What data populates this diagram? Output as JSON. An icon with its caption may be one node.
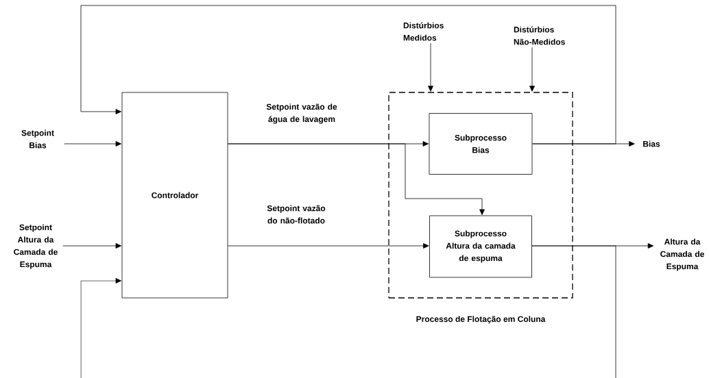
{
  "diagram": {
    "nodes": [
      {
        "text": [
          "Controlador"
        ]
      },
      {
        "text": [
          "Processo de Flotação em Coluna"
        ]
      },
      {
        "text": [
          "Subprocesso Bias"
        ],
        "in": 1
      },
      {
        "text": [
          "Subprocesso Altura da camada de espuma"
        ],
        "in": 1
      },
      {
        "text": [
          "Setpoint Bias"
        ]
      },
      {
        "text": [
          "Setpoint Altura da Camada de Espuma"
        ]
      },
      {
        "text": [
          "Distúrbios Medidos"
        ]
      },
      {
        "text": [
          "Distúrbios Não-Medidos"
        ]
      },
      {
        "text": [
          "Bias"
        ]
      },
      {
        "text": [
          "Altura da Camada de Espuma"
        ]
      }
    ],
    "edges": [
      {
        "from": 4,
        "to": 0,
        "arrow": "to"
      },
      {
        "from": 5,
        "to": 0,
        "arrow": "to"
      },
      {
        "from": 0,
        "to": 2,
        "arrow": "to",
        "label": "Setpoint vazão de água de lavagem"
      },
      {
        "from": 0,
        "to": 3,
        "arrow": "to",
        "label": "Setpoint vazão do não-flotado"
      },
      {
        "from": 0,
        "to": 3,
        "arrow": "to"
      },
      {
        "from": 6,
        "to": 1,
        "arrow": "to"
      },
      {
        "from": 7,
        "to": 1,
        "arrow": "to"
      },
      {
        "from": 2,
        "to": 8,
        "arrow": "to"
      },
      {
        "from": 3,
        "to": 9,
        "arrow": "to"
      },
      {
        "from": 2,
        "to": 0,
        "arrow": "to"
      },
      {
        "from": 3,
        "to": null,
        "arrow": "none"
      },
      {
        "from": null,
        "to": 0,
        "arrow": "to"
      }
    ]
  }
}
